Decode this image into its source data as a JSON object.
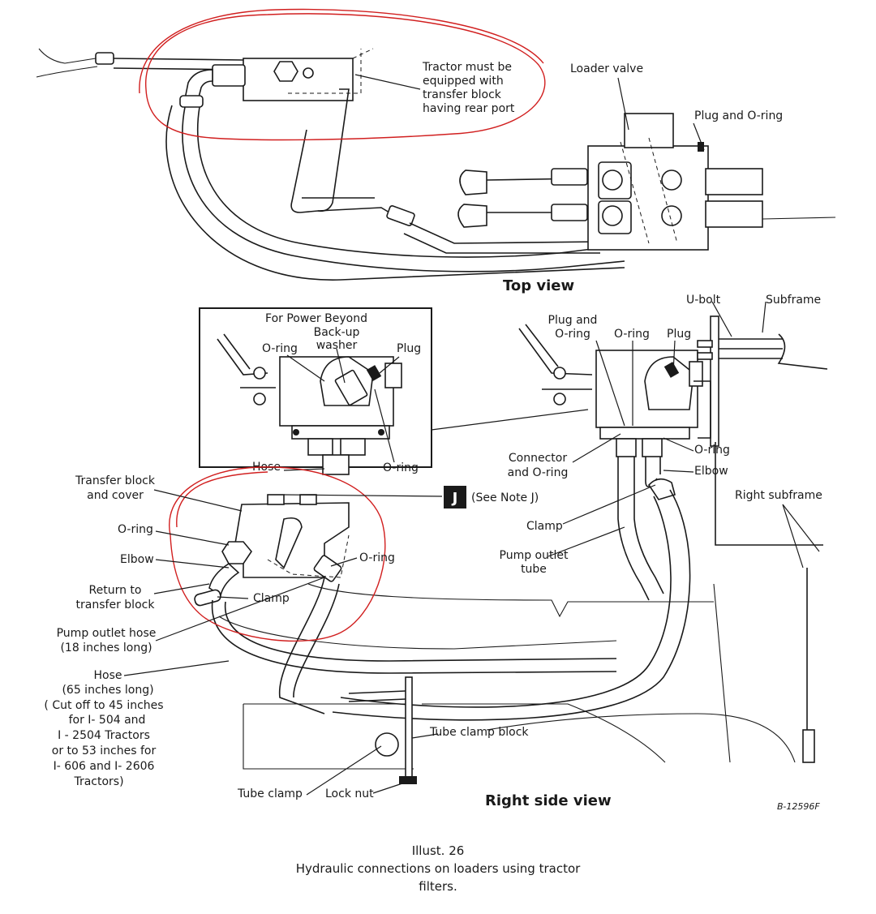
{
  "top_view": {
    "title": "Top view",
    "note": [
      "Tractor must be",
      "equipped with",
      "transfer block",
      "having rear port"
    ],
    "loader_valve": "Loader valve",
    "plug_and_oring": "Plug and O-ring"
  },
  "inset": {
    "title": "For Power Beyond",
    "backup_washer": [
      "Back-up",
      "washer"
    ],
    "oring": "O-ring",
    "plug": "Plug",
    "oring_2": "O-ring",
    "hose": "Hose"
  },
  "right_side_view": {
    "title": "Right side view",
    "ubolt": "U-bolt",
    "subframe": "Subframe",
    "plug_and_oring": [
      "Plug and",
      "O-ring"
    ],
    "oring_top": "O-ring",
    "plug": "Plug",
    "connector_and_oring": [
      "Connector",
      "and O-ring"
    ],
    "oring_lower": "O-ring",
    "elbow_right": "Elbow",
    "right_subframe": "Right subframe",
    "clamp_right": "Clamp",
    "pump_outlet_tube": [
      "Pump outlet",
      "tube"
    ],
    "note_badge": "J",
    "see_note": "(See Note J)",
    "transfer_block_and_cover": [
      "Transfer block",
      "and cover"
    ],
    "oring_left": "O-ring",
    "elbow_left": "Elbow",
    "oring_block": "O-ring",
    "return_to_transfer_block": [
      "Return to",
      "transfer block"
    ],
    "clamp_left": "Clamp",
    "pump_outlet_hose": [
      "Pump outlet hose",
      "(18 inches long)"
    ],
    "hose_note": [
      "Hose",
      "(65 inches long)",
      "( Cut off to 45 inches",
      "for I- 504 and",
      "I - 2504 Tractors",
      "or to 53 inches for",
      "I- 606 and I- 2606",
      "Tractors)"
    ],
    "tube_clamp_block": "Tube clamp block",
    "tube_clamp": "Tube clamp",
    "lock_nut": "Lock nut"
  },
  "ref_code": "B-12596F",
  "caption": {
    "illust": "Illust. 26",
    "line1": "Hydraulic connections on loaders using tractor",
    "line2": "filters."
  }
}
